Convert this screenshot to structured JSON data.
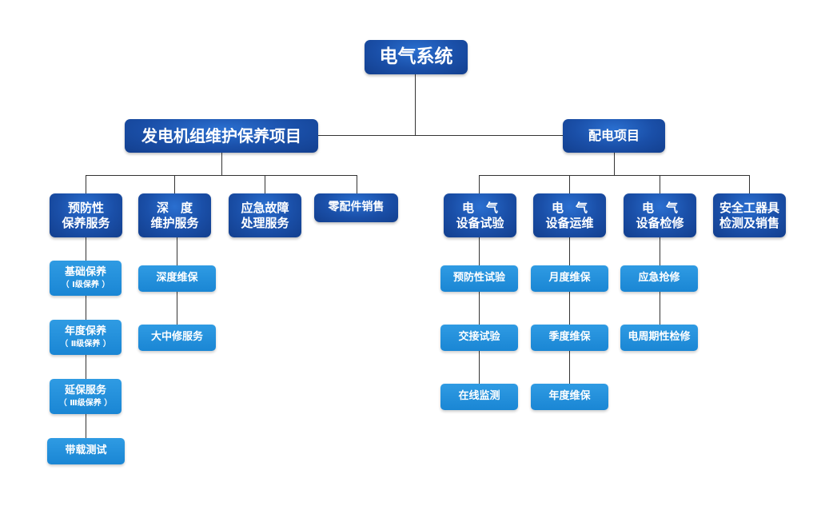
{
  "root": "电气系统",
  "branches": {
    "generator": "发电机组维护保养项目",
    "distribution": "配电项目"
  },
  "generator_children": {
    "preventive": {
      "line1": "预防性",
      "line2": "保养服务"
    },
    "deep": {
      "line1": "深　度",
      "line2": "维护服务"
    },
    "emergency": {
      "line1": "应急故障",
      "line2": "处理服务"
    },
    "parts": "零配件销售"
  },
  "preventive_items": [
    {
      "label": "基础保养",
      "sub": "（ Ⅰ级保养 ）"
    },
    {
      "label": "年度保养",
      "sub": "（ Ⅱ级保养 ）"
    },
    {
      "label": "延保服务",
      "sub": "（ Ⅲ级保养 ）"
    },
    {
      "label": "带载测试"
    }
  ],
  "deep_items": [
    "深度维保",
    "大中修服务"
  ],
  "distribution_children": {
    "test": {
      "line1": "电　气",
      "line2": "设备试验"
    },
    "ops": {
      "line1": "电　气",
      "line2": "设备运维"
    },
    "repair": {
      "line1": "电　气",
      "line2": "设备检修"
    },
    "safety": {
      "line1": "安全工器具",
      "line2": "检测及销售"
    }
  },
  "test_items": [
    "预防性试验",
    "交接试验",
    "在线监测"
  ],
  "ops_items": [
    "月度维保",
    "季度维保",
    "年度维保"
  ],
  "repair_items": [
    "应急抢修",
    "电周期性检修"
  ],
  "colors": {
    "dark_box": "#1a4fa8",
    "light_box": "#1f8fdc",
    "connector": "#333333"
  }
}
